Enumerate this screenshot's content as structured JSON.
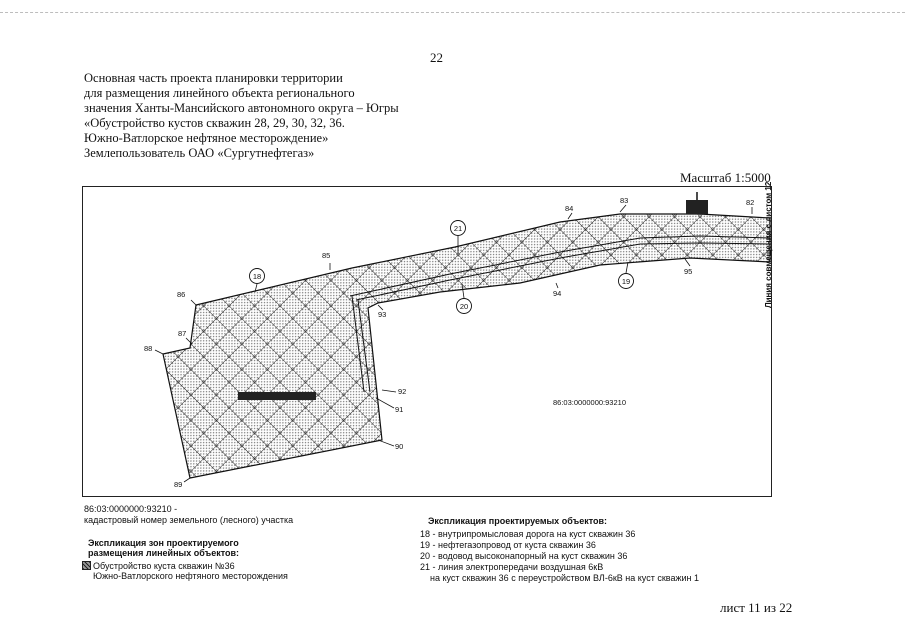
{
  "page_number": "22",
  "title_lines": [
    "Основная часть проекта планировки территории",
    "для размещения линейного объекта регионального",
    "значения Ханты-Мансийского автономного округа – Югры",
    "«Обустройство кустов скважин 28, 29, 30, 32, 36.",
    "Южно-Ватлорское нефтяное месторождение»",
    "Землепользователь ОАО «Сургутнефтегаз»"
  ],
  "scale": "Масштаб 1:5000",
  "side_label": "Линия совмещения с листом 12",
  "map": {
    "points": [
      "82",
      "83",
      "84",
      "85",
      "86",
      "87",
      "88",
      "89",
      "90",
      "91",
      "92",
      "93",
      "94",
      "95"
    ],
    "circles": [
      "18",
      "19",
      "20",
      "21"
    ],
    "parcel": "86:03:0000000:93210"
  },
  "cadastral": {
    "number": "86:03:0000000:93210 -",
    "description": "кадастровый номер земельного (лесного) участка"
  },
  "zones_legend": {
    "title_line1": "Экспликация зон проектируемого",
    "title_line2": "размещения линейных объектов:",
    "item_line1": "Обустройство куста скважин №36",
    "item_line2": "Южно-Ватлорского нефтяного месторождения"
  },
  "objects_legend": {
    "title": "Экспликация проектируемых объектов:",
    "items": [
      "18 - внутрипромысловая дорога на куст скважин 36",
      "19 - нефтегазопровод от куста скважин 36",
      "20 - водовод высоконапорный на куст скважин 36",
      "21 - линия электропередачи воздушная 6кВ"
    ],
    "item21_cont": "на куст скважин 36 с переустройством ВЛ-6кВ на куст скважин 1"
  },
  "sheet": "лист 11 из 22",
  "colors": {
    "hatch": "#222222",
    "stipple": "#8a8a8a"
  }
}
